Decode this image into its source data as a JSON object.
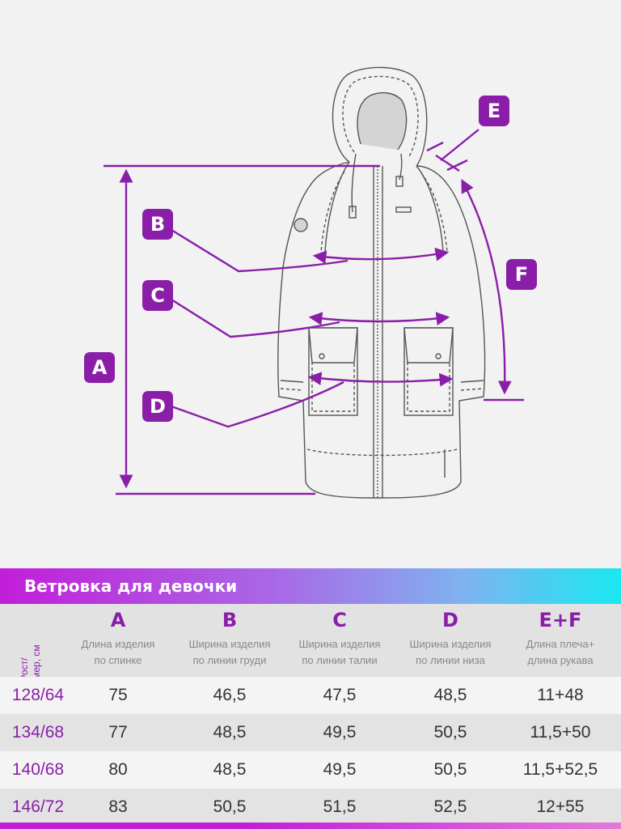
{
  "labels": {
    "a": "A",
    "b": "B",
    "c": "C",
    "d": "D",
    "e": "E",
    "f": "F"
  },
  "colors": {
    "accent": "#8a1ea8",
    "line": "#555555",
    "text": "#333333",
    "muted": "#888888"
  },
  "table": {
    "title": "Ветровка для девочки",
    "size_header": "Рост/\nразмер, см",
    "columns": [
      {
        "letter": "A",
        "desc": "Длина изделия\nпо спинке"
      },
      {
        "letter": "B",
        "desc": "Ширина изделия\nпо линии груди"
      },
      {
        "letter": "C",
        "desc": "Ширина изделия\nпо линии талии"
      },
      {
        "letter": "D",
        "desc": "Ширина изделия\nпо линии низа"
      },
      {
        "letter": "E+F",
        "desc": "Длина плеча+\nдлина рукава"
      }
    ],
    "rows": [
      {
        "size": "128/64",
        "a": "75",
        "b": "46,5",
        "c": "47,5",
        "d": "48,5",
        "ef": "11+48"
      },
      {
        "size": "134/68",
        "a": "77",
        "b": "48,5",
        "c": "49,5",
        "d": "50,5",
        "ef": "11,5+50"
      },
      {
        "size": "140/68",
        "a": "80",
        "b": "48,5",
        "c": "49,5",
        "d": "50,5",
        "ef": "11,5+52,5"
      },
      {
        "size": "146/72",
        "a": "83",
        "b": "50,5",
        "c": "51,5",
        "d": "52,5",
        "ef": "12+55"
      }
    ]
  }
}
